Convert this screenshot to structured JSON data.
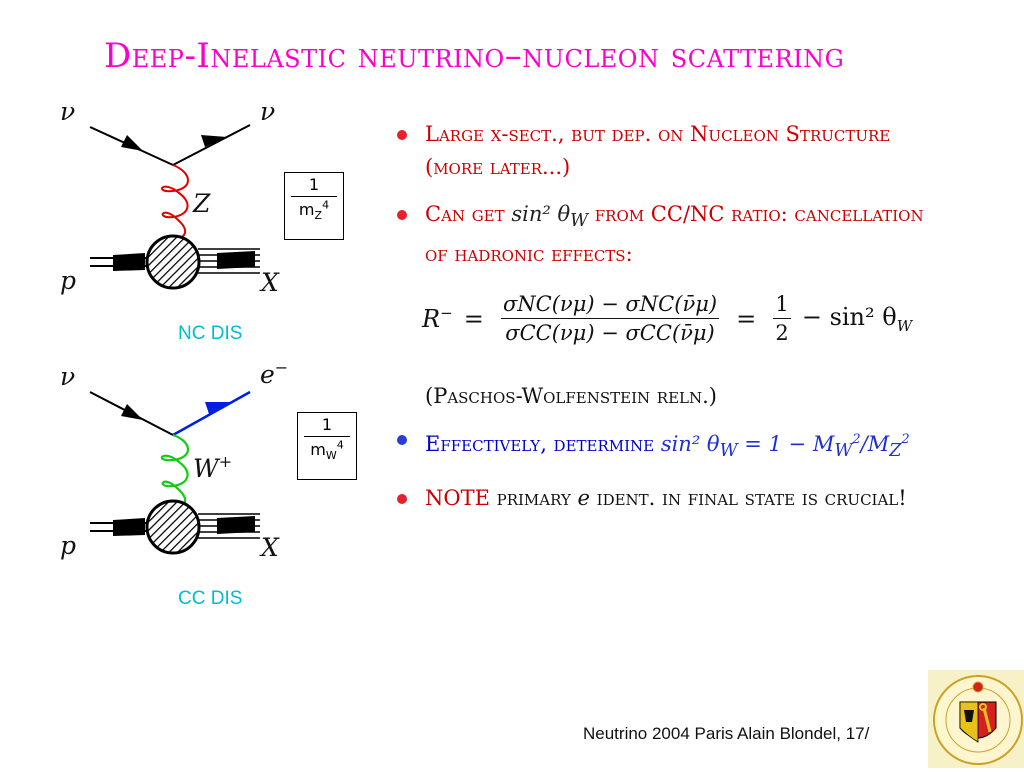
{
  "title": "Deep-Inelastic neutrino–nucleon scattering",
  "diagram_nc": {
    "label_nu_in": "ν",
    "label_nu_out": "ν",
    "label_boson": "Z",
    "label_p": "p",
    "label_x": "X",
    "caption": "NC DIS",
    "prop_num": "1",
    "prop_den": "m",
    "prop_sub": "Z",
    "prop_pow": "4"
  },
  "diagram_cc": {
    "label_nu_in": "ν",
    "label_e": "e",
    "label_e_sup": "−",
    "label_boson": "W",
    "label_boson_sup": "+",
    "label_p": "p",
    "label_x": "X",
    "caption": "CC DIS",
    "prop_num": "1",
    "prop_den": "m",
    "prop_sub": "W",
    "prop_pow": "4"
  },
  "bullets": {
    "b1": "Large x-sect., but dep. on Nucleon Structure (more later...)",
    "b2_pre": "Can get ",
    "b2_math": "sin² θ",
    "b2_math_sub": "W",
    "b2_post": " from CC/NC ratio: cancellation of hadronic effects:",
    "b3": "(Paschos-Wolfenstein reln.)",
    "b4_pre": "Effectively, determine ",
    "b4_math": "sin² θ",
    "b4_math_sub": "W",
    "b4_math2": " = 1 − M",
    "b4_math3": "/M",
    "b4_sub1": "W",
    "b4_sub2": "Z",
    "b4_sup": "2",
    "b5_note": "NOTE",
    "b5_a": " primary ",
    "b5_e": "e",
    "b5_b": " ident. in final state is crucial!"
  },
  "formula": {
    "lhs": "R",
    "lhs_sup": "−",
    "eq": "=",
    "num": "σNC(νμ) − σNC(ν̄μ)",
    "den": "σCC(νμ) − σCC(ν̄μ)",
    "eq2": "=",
    "half_num": "1",
    "half_den": "2",
    "minus": "− sin² θ",
    "minus_sub": "W"
  },
  "footer": "Neutrino 2004 Paris   Alain Blondel, 17/",
  "colors": {
    "title": "#ff00cc",
    "bullet_red": "#cc0000",
    "bullet_blue": "#0000cc",
    "caption": "#00bcd4",
    "dot_red": "#e8202a",
    "dot_blue": "#2a3bd6"
  }
}
